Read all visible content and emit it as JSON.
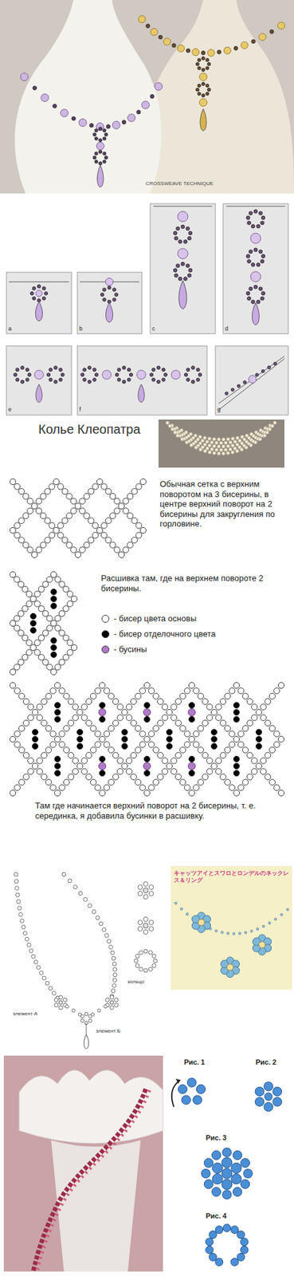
{
  "diagram": {
    "labels": [
      "CROSSWEAVE TECHNIQUE",
      "a",
      "b",
      "c",
      "d",
      "e",
      "f",
      "g",
      "Колье Клеопатра",
      "Обычная сетка с верхним поворотом на 3 бисерины, в центре верхний поворот на 2 бисерины для закругления по горловине.",
      "Расшивка там, где на верхнем повороте 2 бисерины.",
      "Там где начинается верхний поворот на 2 бисерины, т. е. серединка, я добавила бусинки в расшивку.",
      "элемент А",
      "элемент Б",
      "кольцо",
      "キャッツアイとスワロとロンデルのネックレス＆リング",
      "Рис. 1",
      "Рис. 2",
      "Рис. 3",
      "Рис. 4"
    ],
    "legend": [
      {
        "text": "- бисер цвета основы",
        "color": "#ffffff"
      },
      {
        "text": "- бисер отделочного цвета",
        "color": "#000000"
      },
      {
        "text": "- бусины",
        "color": "#b07ac8"
      }
    ]
  }
}
